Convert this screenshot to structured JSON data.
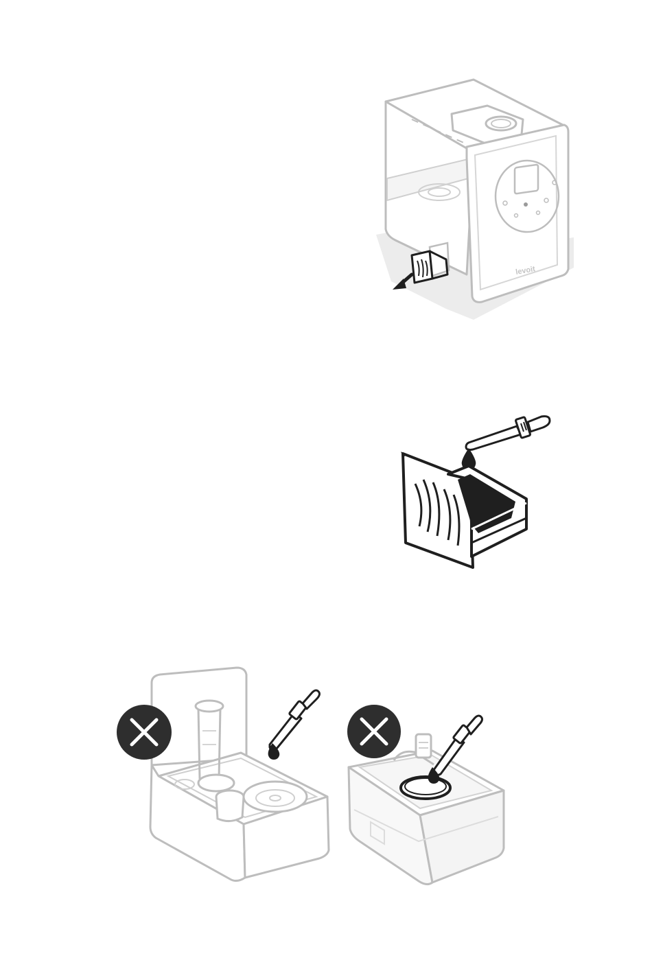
{
  "page": {
    "background": "#ffffff",
    "line_color": "#1f1f1f",
    "faded_line_color": "#b9b9b9",
    "shadow_color": "#eaeaea",
    "warning_badge_color": "#2e2e2e"
  },
  "figures": [
    {
      "id": "humidifier",
      "brand_text": "levoit",
      "icon": "humidifier-icon"
    },
    {
      "id": "aroma-tray-dropper",
      "icon": "aroma-tray-icon"
    },
    {
      "id": "base-dropper-prohibited",
      "icon": "cross-icon"
    },
    {
      "id": "tank-dropper-prohibited",
      "icon": "cross-icon"
    }
  ]
}
